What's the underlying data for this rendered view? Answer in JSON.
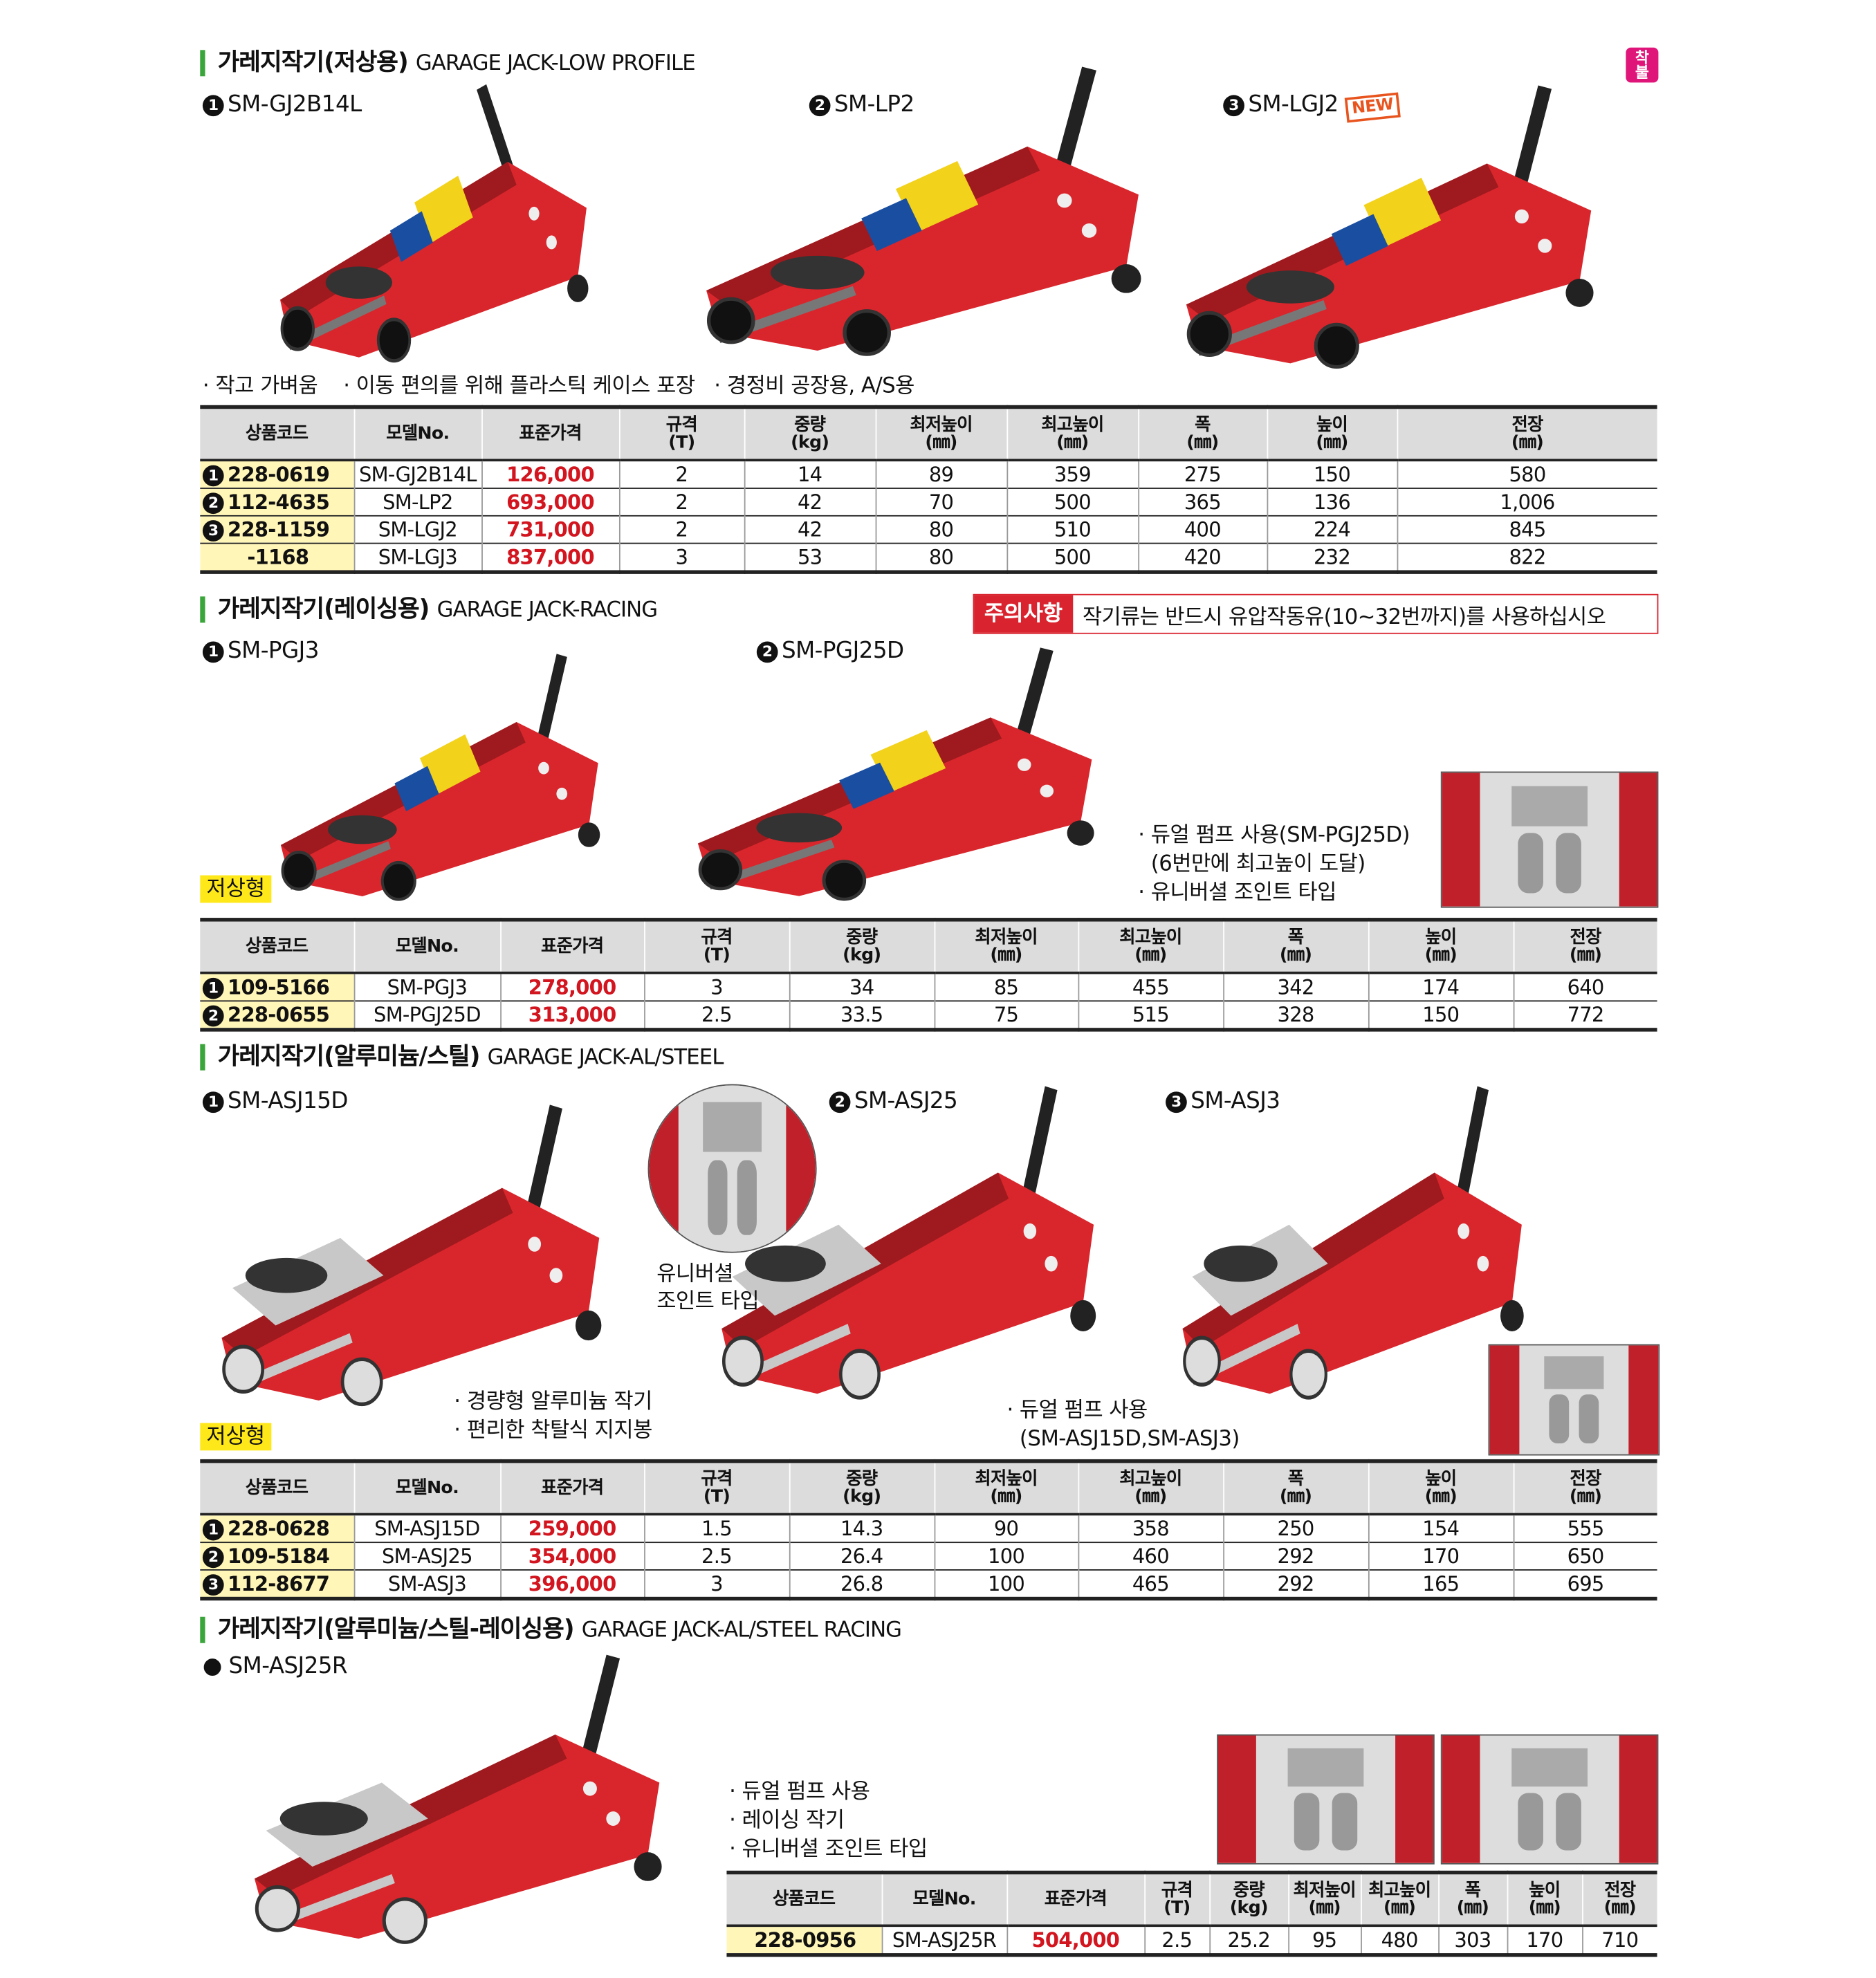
{
  "badge": "착불",
  "sections": [
    {
      "title_ko": "가레지작기(저상용)",
      "title_en": "GARAGE JACK-LOW PROFILE",
      "models": [
        {
          "num": "1",
          "name": "SM-GJ2B14L"
        },
        {
          "num": "2",
          "name": "SM-LP2"
        },
        {
          "num": "3",
          "name": "SM-LGJ2",
          "tag": "NEW"
        }
      ],
      "bullets": [
        "작고 가벼움",
        "이동 편의를 위해 플라스틱 케이스 포장",
        "경정비 공장용, A/S용"
      ]
    },
    {
      "title_ko": "가레지작기(레이싱용)",
      "title_en": "GARAGE JACK-RACING",
      "warning_label": "주의사항",
      "warning_text": "작기류는 반드시 유압작동유(10~32번까지)를 사용하십시오",
      "models": [
        {
          "num": "1",
          "name": "SM-PGJ3"
        },
        {
          "num": "2",
          "name": "SM-PGJ25D"
        }
      ],
      "low_tag": "저상형",
      "bullets": [
        "듀얼 펌프 사용(SM-PGJ25D)",
        "(6번만에 최고높이 도달)",
        "유니버셜 조인트 타입"
      ]
    },
    {
      "title_ko": "가레지작기(알루미늄/스틸)",
      "title_en": "GARAGE JACK-AL/STEEL",
      "models": [
        {
          "num": "1",
          "name": "SM-ASJ15D"
        },
        {
          "num": "2",
          "name": "SM-ASJ25"
        },
        {
          "num": "3",
          "name": "SM-ASJ3"
        }
      ],
      "low_tag": "저상형",
      "callout": [
        "유니버셜",
        "조인트 타입"
      ],
      "bullets_a": [
        "경량형 알루미늄 작기",
        "편리한 착탈식 지지봉"
      ],
      "bullets_b": [
        "듀얼 펌프 사용",
        "(SM-ASJ15D,SM-ASJ3)"
      ]
    },
    {
      "title_ko": "가레지작기(알루미늄/스틸-레이싱용)",
      "title_en": "GARAGE JACK-AL/STEEL RACING",
      "models": [
        {
          "num": "●",
          "name": "SM-ASJ25R"
        }
      ],
      "bullets": [
        "듀얼 펌프 사용",
        "레이싱 작기",
        "유니버셜 조인트 타입"
      ]
    }
  ],
  "table_headers": [
    [
      "상품코드",
      ""
    ],
    [
      "모델No.",
      ""
    ],
    [
      "표준가격",
      ""
    ],
    [
      "규격",
      "(T)"
    ],
    [
      "중량",
      "(kg)"
    ],
    [
      "최저높이",
      "(㎜)"
    ],
    [
      "최고높이",
      "(㎜)"
    ],
    [
      "폭",
      "(㎜)"
    ],
    [
      "높이",
      "(㎜)"
    ],
    [
      "전장",
      "(㎜)"
    ]
  ],
  "tables": [
    [
      [
        "1",
        "228-0619",
        "SM-GJ2B14L",
        "126,000",
        "2",
        "14",
        "89",
        "359",
        "275",
        "150",
        "580"
      ],
      [
        "2",
        "112-4635",
        "SM-LP2",
        "693,000",
        "2",
        "42",
        "70",
        "500",
        "365",
        "136",
        "1,006"
      ],
      [
        "3",
        "228-1159",
        "SM-LGJ2",
        "731,000",
        "2",
        "42",
        "80",
        "510",
        "400",
        "224",
        "845"
      ],
      [
        "",
        "-1168",
        "SM-LGJ3",
        "837,000",
        "3",
        "53",
        "80",
        "500",
        "420",
        "232",
        "822"
      ]
    ],
    [
      [
        "1",
        "109-5166",
        "SM-PGJ3",
        "278,000",
        "3",
        "34",
        "85",
        "455",
        "342",
        "174",
        "640"
      ],
      [
        "2",
        "228-0655",
        "SM-PGJ25D",
        "313,000",
        "2.5",
        "33.5",
        "75",
        "515",
        "328",
        "150",
        "772"
      ]
    ],
    [
      [
        "1",
        "228-0628",
        "SM-ASJ15D",
        "259,000",
        "1.5",
        "14.3",
        "90",
        "358",
        "250",
        "154",
        "555"
      ],
      [
        "2",
        "109-5184",
        "SM-ASJ25",
        "354,000",
        "2.5",
        "26.4",
        "100",
        "460",
        "292",
        "170",
        "650"
      ],
      [
        "3",
        "112-8677",
        "SM-ASJ3",
        "396,000",
        "3",
        "26.8",
        "100",
        "465",
        "292",
        "165",
        "695"
      ]
    ],
    [
      [
        "",
        "228-0956",
        "SM-ASJ25R",
        "504,000",
        "2.5",
        "25.2",
        "95",
        "480",
        "303",
        "170",
        "710"
      ]
    ]
  ],
  "colors": {
    "accent_green": "#3aa53a",
    "price_red": "#d2151f",
    "code_bg": "#fff6b8",
    "warning_red": "#d9232e",
    "badge_pink": "#e0157a"
  }
}
